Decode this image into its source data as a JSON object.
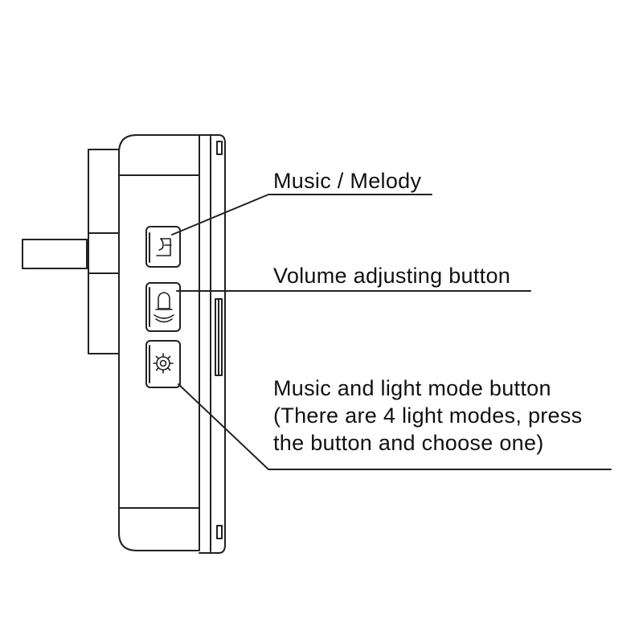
{
  "labels": {
    "music_melody": "Music / Melody",
    "volume_button": "Volume adjusting button",
    "mode_button_lines": [
      "Music and light mode button",
      "(There are 4 light modes, press",
      "the button and choose one)"
    ]
  },
  "icons": {
    "music_button": "music-note-icon",
    "volume_button": "bell-icon",
    "mode_button": "gear-icon"
  },
  "colors": {
    "stroke": "#222222",
    "text": "#111111",
    "background": "#ffffff"
  }
}
